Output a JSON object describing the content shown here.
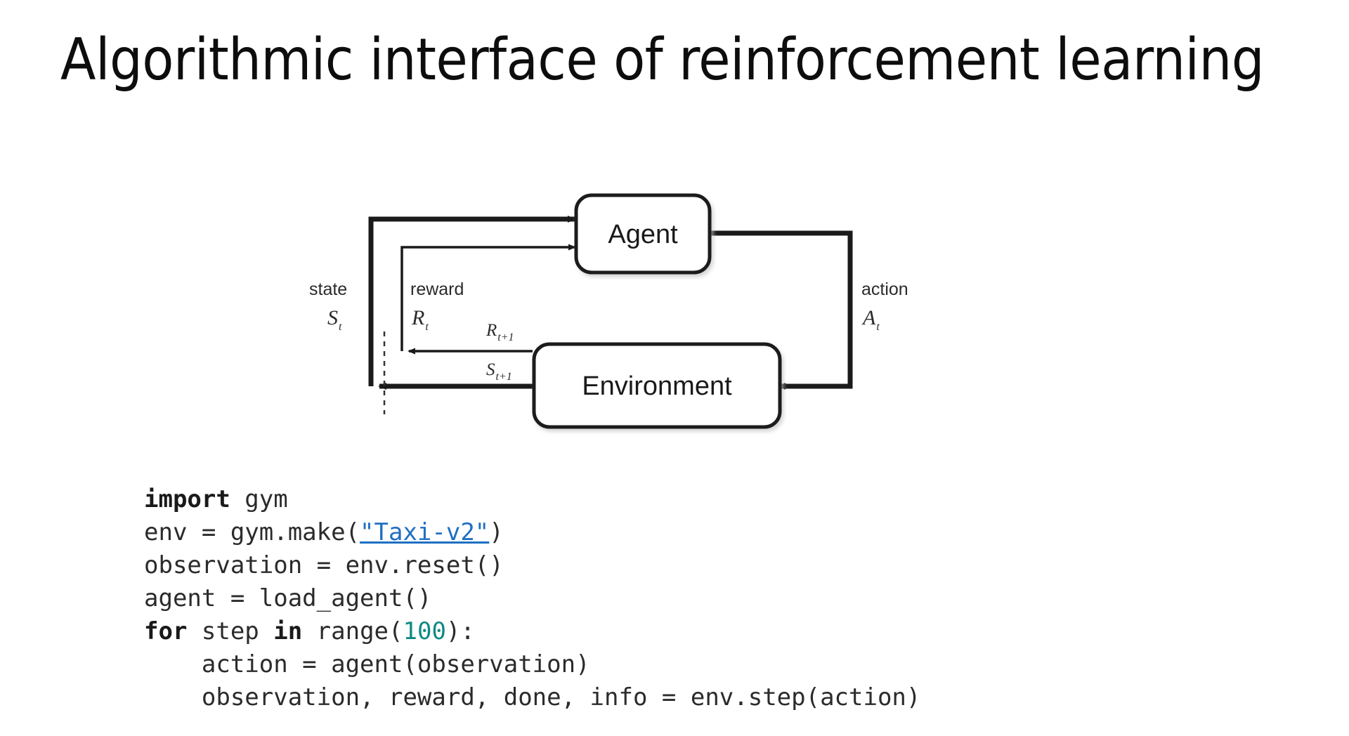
{
  "slide": {
    "title": "Algorithmic interface of reinforcement learning",
    "background_color": "#ffffff",
    "text_color": "#0d0d0d"
  },
  "diagram": {
    "name": "agent-environment-interaction-loop",
    "nodes": [
      {
        "id": "agent",
        "label": "Agent"
      },
      {
        "id": "environment",
        "label": "Environment"
      }
    ],
    "edges": [
      {
        "id": "state",
        "label": "state",
        "variable": "S",
        "subscript": "t"
      },
      {
        "id": "reward",
        "label": "reward",
        "variable": "R",
        "subscript": "t"
      },
      {
        "id": "action",
        "label": "action",
        "variable": "A",
        "subscript": "t"
      },
      {
        "id": "reward-next",
        "variable": "R",
        "subscript": "t+1"
      },
      {
        "id": "state-next",
        "variable": "S",
        "subscript": "t+1"
      }
    ],
    "labels": {
      "state": "state",
      "reward": "reward",
      "action": "action",
      "state_var": "S",
      "state_sub": "t",
      "reward_var": "R",
      "reward_sub": "t",
      "action_var": "A",
      "action_sub": "t",
      "reward_next_var": "R",
      "reward_next_sub": "t+1",
      "state_next_var": "S",
      "state_next_sub": "t+1"
    },
    "stroke_color": "#1a1a1a"
  },
  "code": {
    "language": "python",
    "link_color": "#1f6fc4",
    "number_color": "#0e8a85",
    "text_color": "#2b2b2b",
    "lines": [
      {
        "id": "line-1",
        "tokens": [
          {
            "t": "import",
            "k": "kw"
          },
          {
            "t": " gym",
            "k": "plain"
          }
        ]
      },
      {
        "id": "line-2",
        "tokens": [
          {
            "t": "env = gym.make(",
            "k": "plain"
          },
          {
            "t": "\"Taxi-v2\"",
            "k": "link"
          },
          {
            "t": ")",
            "k": "plain"
          }
        ]
      },
      {
        "id": "line-3",
        "tokens": [
          {
            "t": "observation = env.reset()",
            "k": "plain"
          }
        ]
      },
      {
        "id": "line-4",
        "tokens": [
          {
            "t": "agent = load_agent()",
            "k": "plain"
          }
        ]
      },
      {
        "id": "line-5",
        "tokens": [
          {
            "t": "for",
            "k": "kw"
          },
          {
            "t": " step ",
            "k": "plain"
          },
          {
            "t": "in",
            "k": "kw"
          },
          {
            "t": " range(",
            "k": "plain"
          },
          {
            "t": "100",
            "k": "num"
          },
          {
            "t": "):",
            "k": "plain"
          }
        ]
      },
      {
        "id": "line-6",
        "tokens": [
          {
            "t": "    action = agent(observation)",
            "k": "plain"
          }
        ]
      },
      {
        "id": "line-7",
        "tokens": [
          {
            "t": "    observation, reward, done, info = env.step(action)",
            "k": "plain"
          }
        ]
      }
    ]
  }
}
